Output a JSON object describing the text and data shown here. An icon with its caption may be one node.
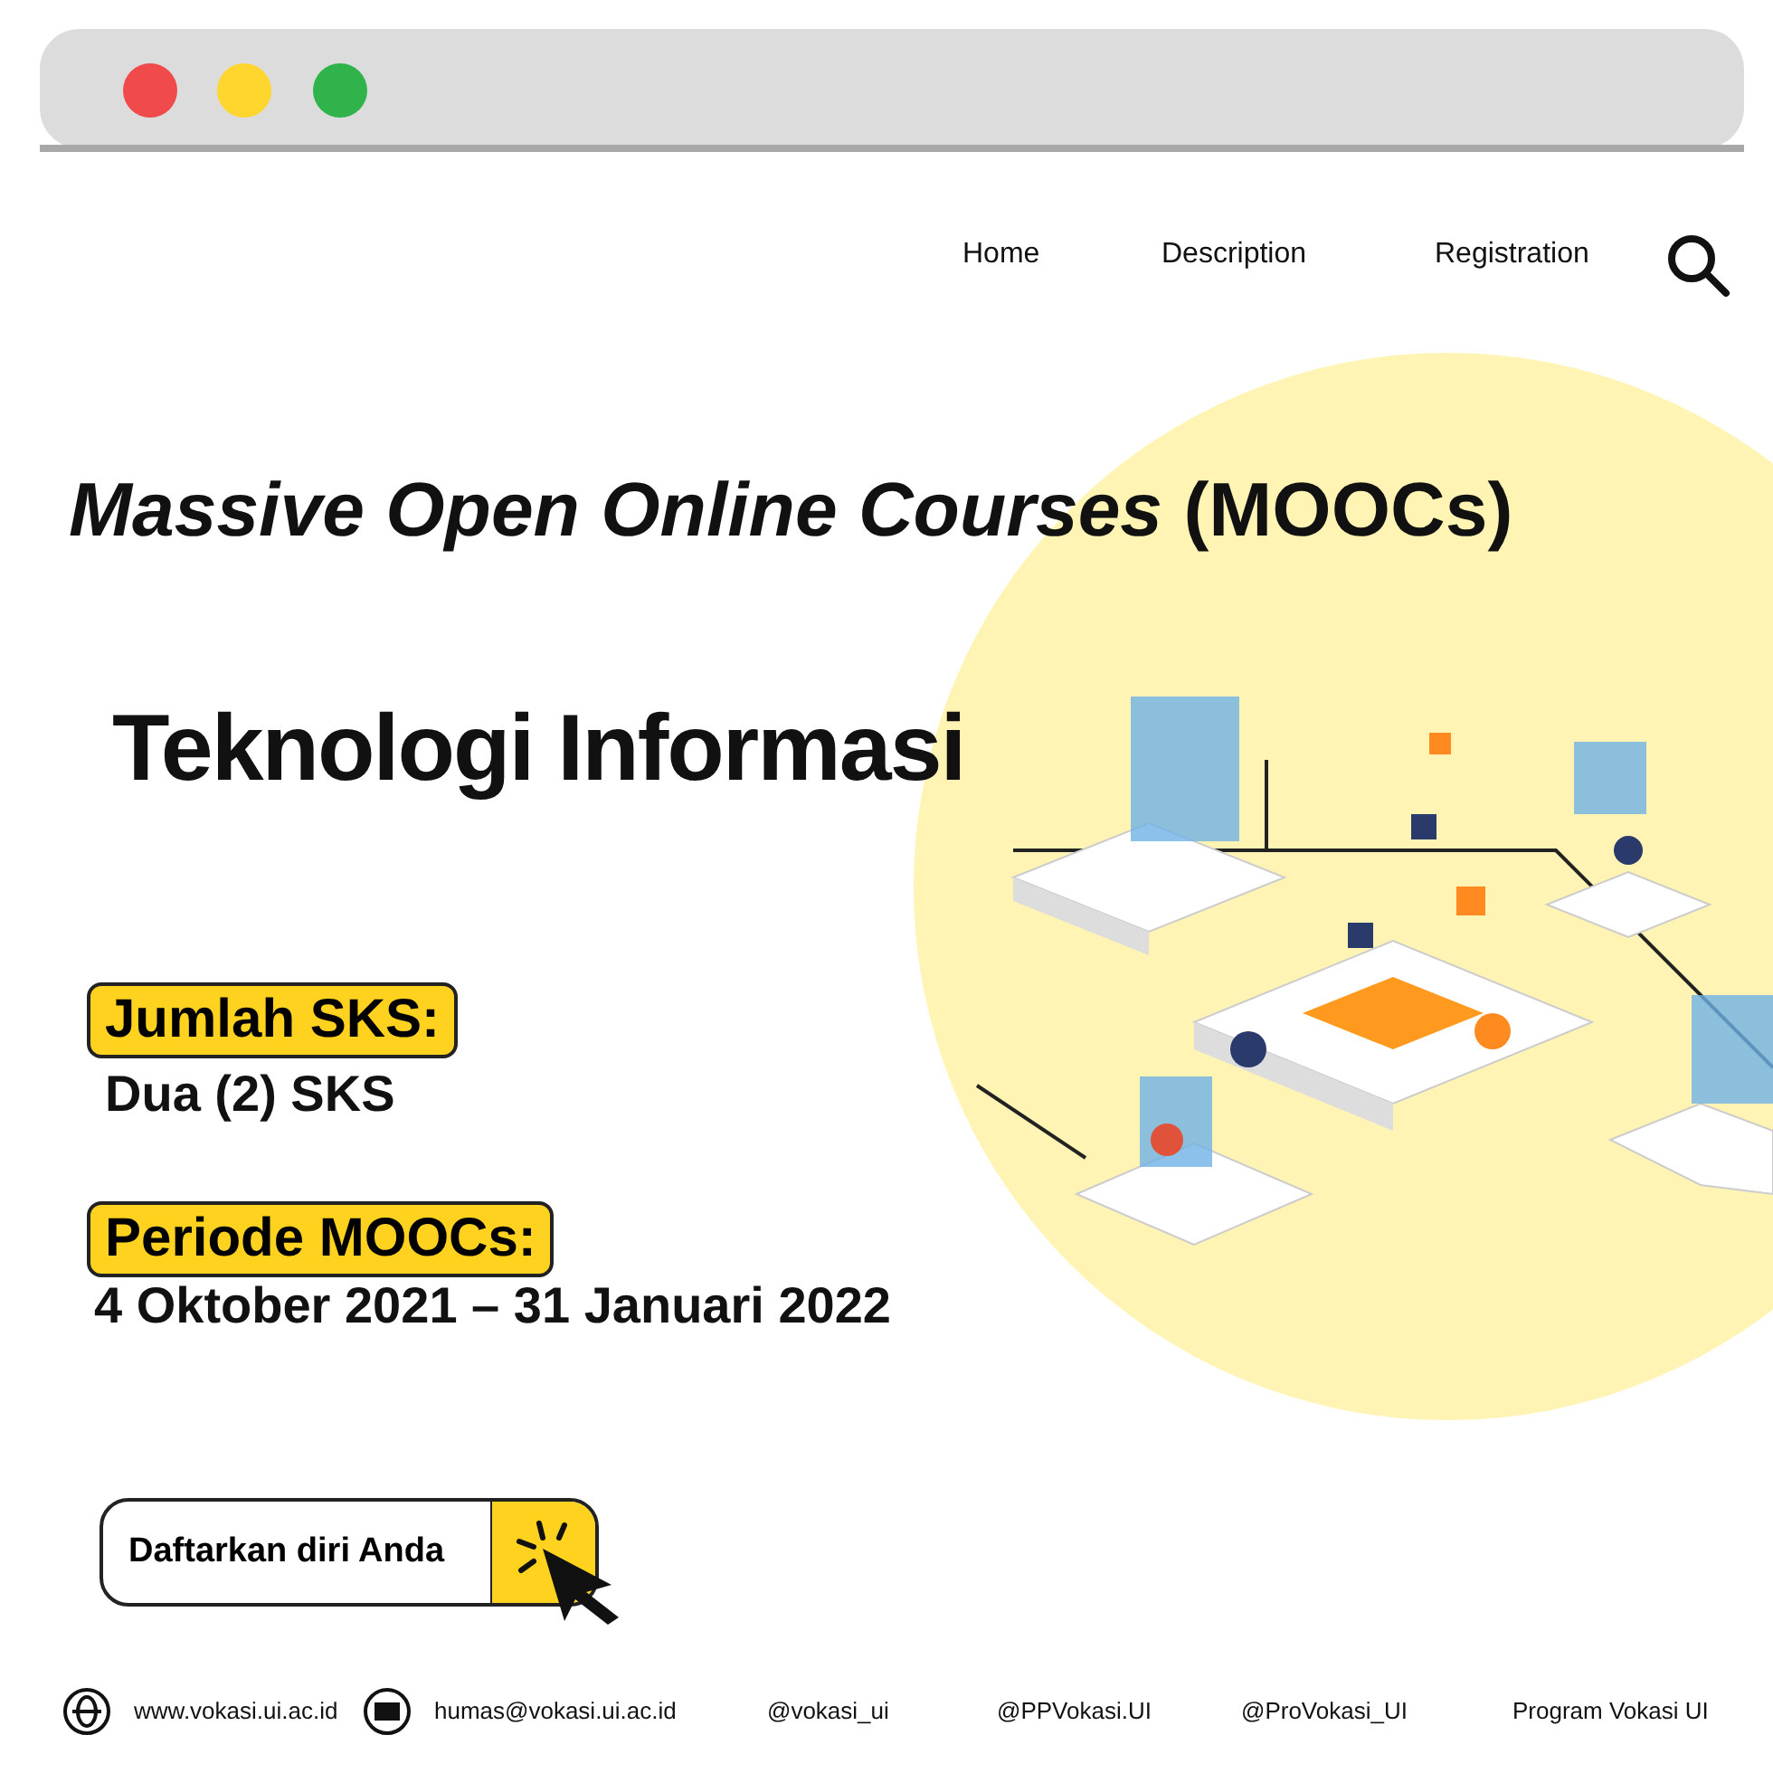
{
  "diagram": {
    "title": "*Massive Open Online Courses* (MOOCs)",
    "nodes": [
      {
        "text": [
          "Jumlah SKS:"
        ]
      },
      {
        "text": [
          "Periode MOOCs:"
        ]
      },
      {
        "text": [
          "Daftarkan diri Anda"
        ]
      }
    ],
    "labels": [
      "Home",
      "Description",
      "Registration",
      "Teknologi Informasi",
      "Dua (2) SKS",
      "4 Oktober 2021 – 31 Januari 2022",
      "www.vokasi.ui.ac.id",
      "humas@vokasi.ui.ac.id",
      "@vokasi_ui",
      "@PPVokasi.UI",
      "@ProVokasi_UI",
      "Program Vokasi UI"
    ]
  }
}
